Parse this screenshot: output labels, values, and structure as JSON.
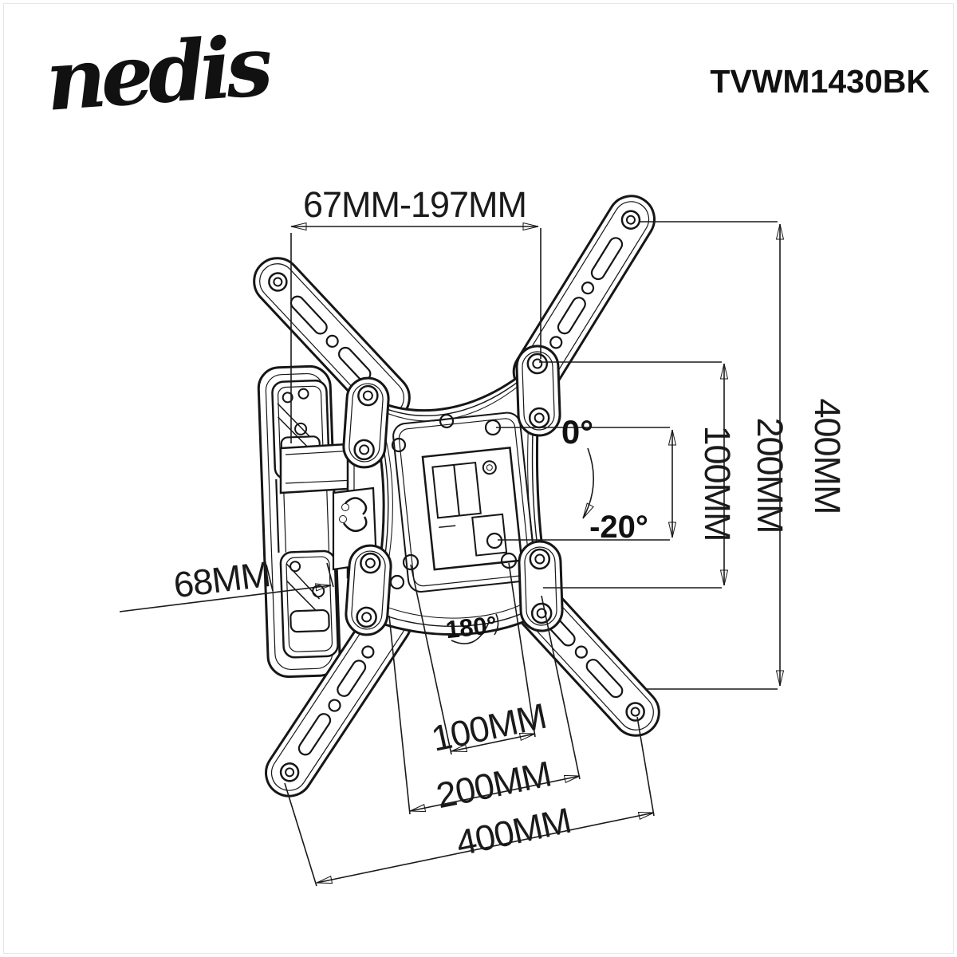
{
  "page": {
    "background": "#ffffff",
    "line_color": "#161616"
  },
  "header": {
    "logo": "nedis",
    "model": "TVWM1430BK"
  },
  "dimensions": {
    "top_extension_range": "67MM-197MM",
    "left_depth": "68MM",
    "right_vesa_height": {
      "h100": "100MM",
      "h200": "200MM",
      "h400": "400MM"
    },
    "bottom_vesa_width": {
      "w100": "100MM",
      "w200": "200MM",
      "w400": "400MM"
    }
  },
  "angles": {
    "tilt_max": "0°",
    "tilt_min": "-20°",
    "swivel": "180°"
  }
}
